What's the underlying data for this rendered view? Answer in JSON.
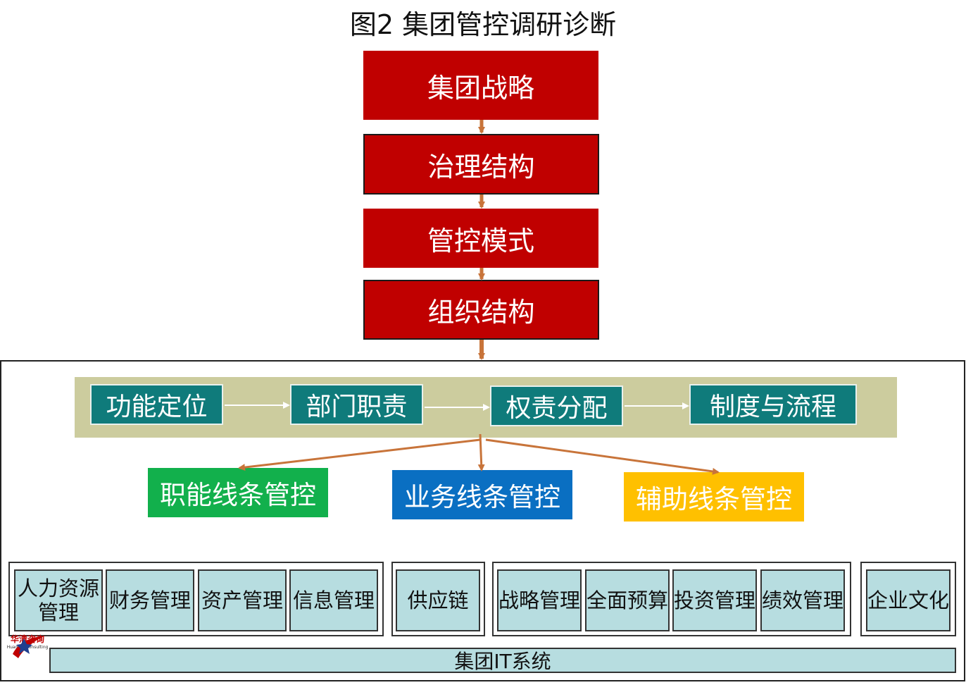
{
  "title": "图2  集团管控调研诊断",
  "chain": [
    "集团战略",
    "治理结构",
    "管控模式",
    "组织结构"
  ],
  "process": [
    "功能定位",
    "部门职责",
    "权责分配",
    "制度与流程"
  ],
  "lines": [
    {
      "label": "职能线条管控",
      "color": "#12b04c"
    },
    {
      "label": "业务线条管控",
      "color": "#0a6fc2"
    },
    {
      "label": "辅助线条管控",
      "color": "#ffc000"
    }
  ],
  "groups": [
    [
      "人力资源管理",
      "财务管理",
      "资产管理",
      "信息管理"
    ],
    [
      "供应链"
    ],
    [
      "战略管理",
      "全面预算",
      "投资管理",
      "绩效管理"
    ],
    [
      "企业文化"
    ]
  ],
  "it_system": "集团IT系统",
  "logo": {
    "name": "华清咨询",
    "sub": "Huaqing Consulting"
  },
  "colors": {
    "red": "#c00000",
    "teal": "#0f7b7b",
    "band": "#cccc9e",
    "cell": "#b7dde0",
    "arrow": "#c8743a"
  }
}
